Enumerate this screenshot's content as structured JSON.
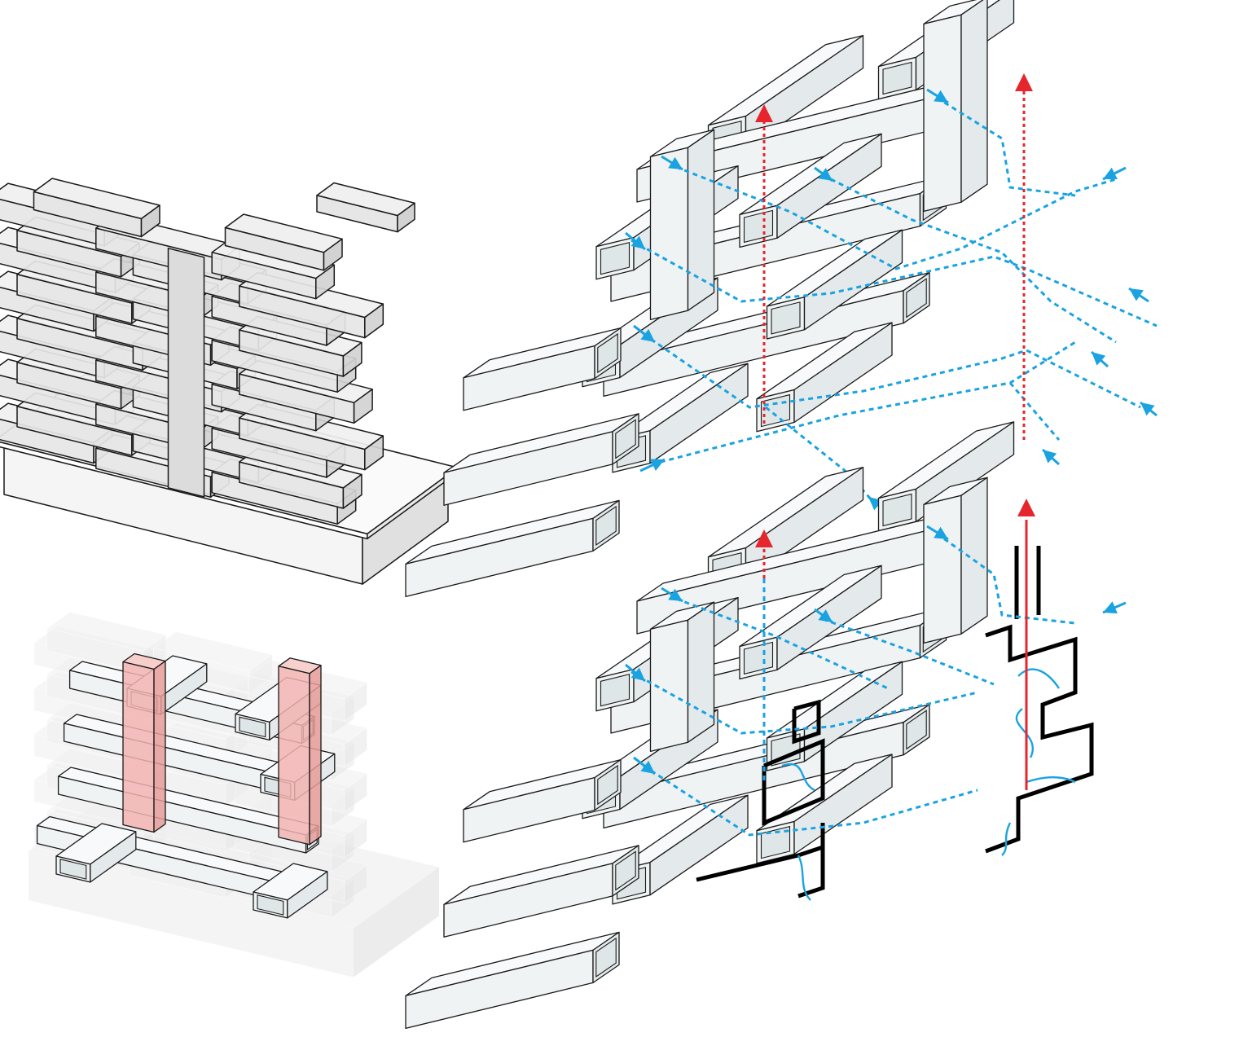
{
  "colors": {
    "background": "#ffffff",
    "box_fill": "#e8e8e8",
    "box_top": "#f4f4f4",
    "box_side": "#d6d6d6",
    "duct_fill": "#f0f3f4",
    "duct_inner": "#dfe6e8",
    "airflow": "#1aa3e0",
    "exhaust": "#e5262d",
    "shaft": "#f2b4b2",
    "ghost": "#eeeeee",
    "edge": "#1a1a1a"
  },
  "icons": {
    "inlet_arrow": "triangle-arrow-icon",
    "exhaust_arrow": "triangle-arrow-icon"
  },
  "diagram": {
    "panels": [
      {
        "id": "massing",
        "view": "axonometric"
      },
      {
        "id": "ventilation-network",
        "view": "axonometric"
      },
      {
        "id": "structure-network",
        "view": "axonometric"
      },
      {
        "id": "ventilation-detail",
        "view": "axonometric"
      }
    ],
    "inlet_arrow_count_top": 12,
    "inlet_arrow_count_bottom": 5,
    "exhaust_arrow_count": 2
  }
}
